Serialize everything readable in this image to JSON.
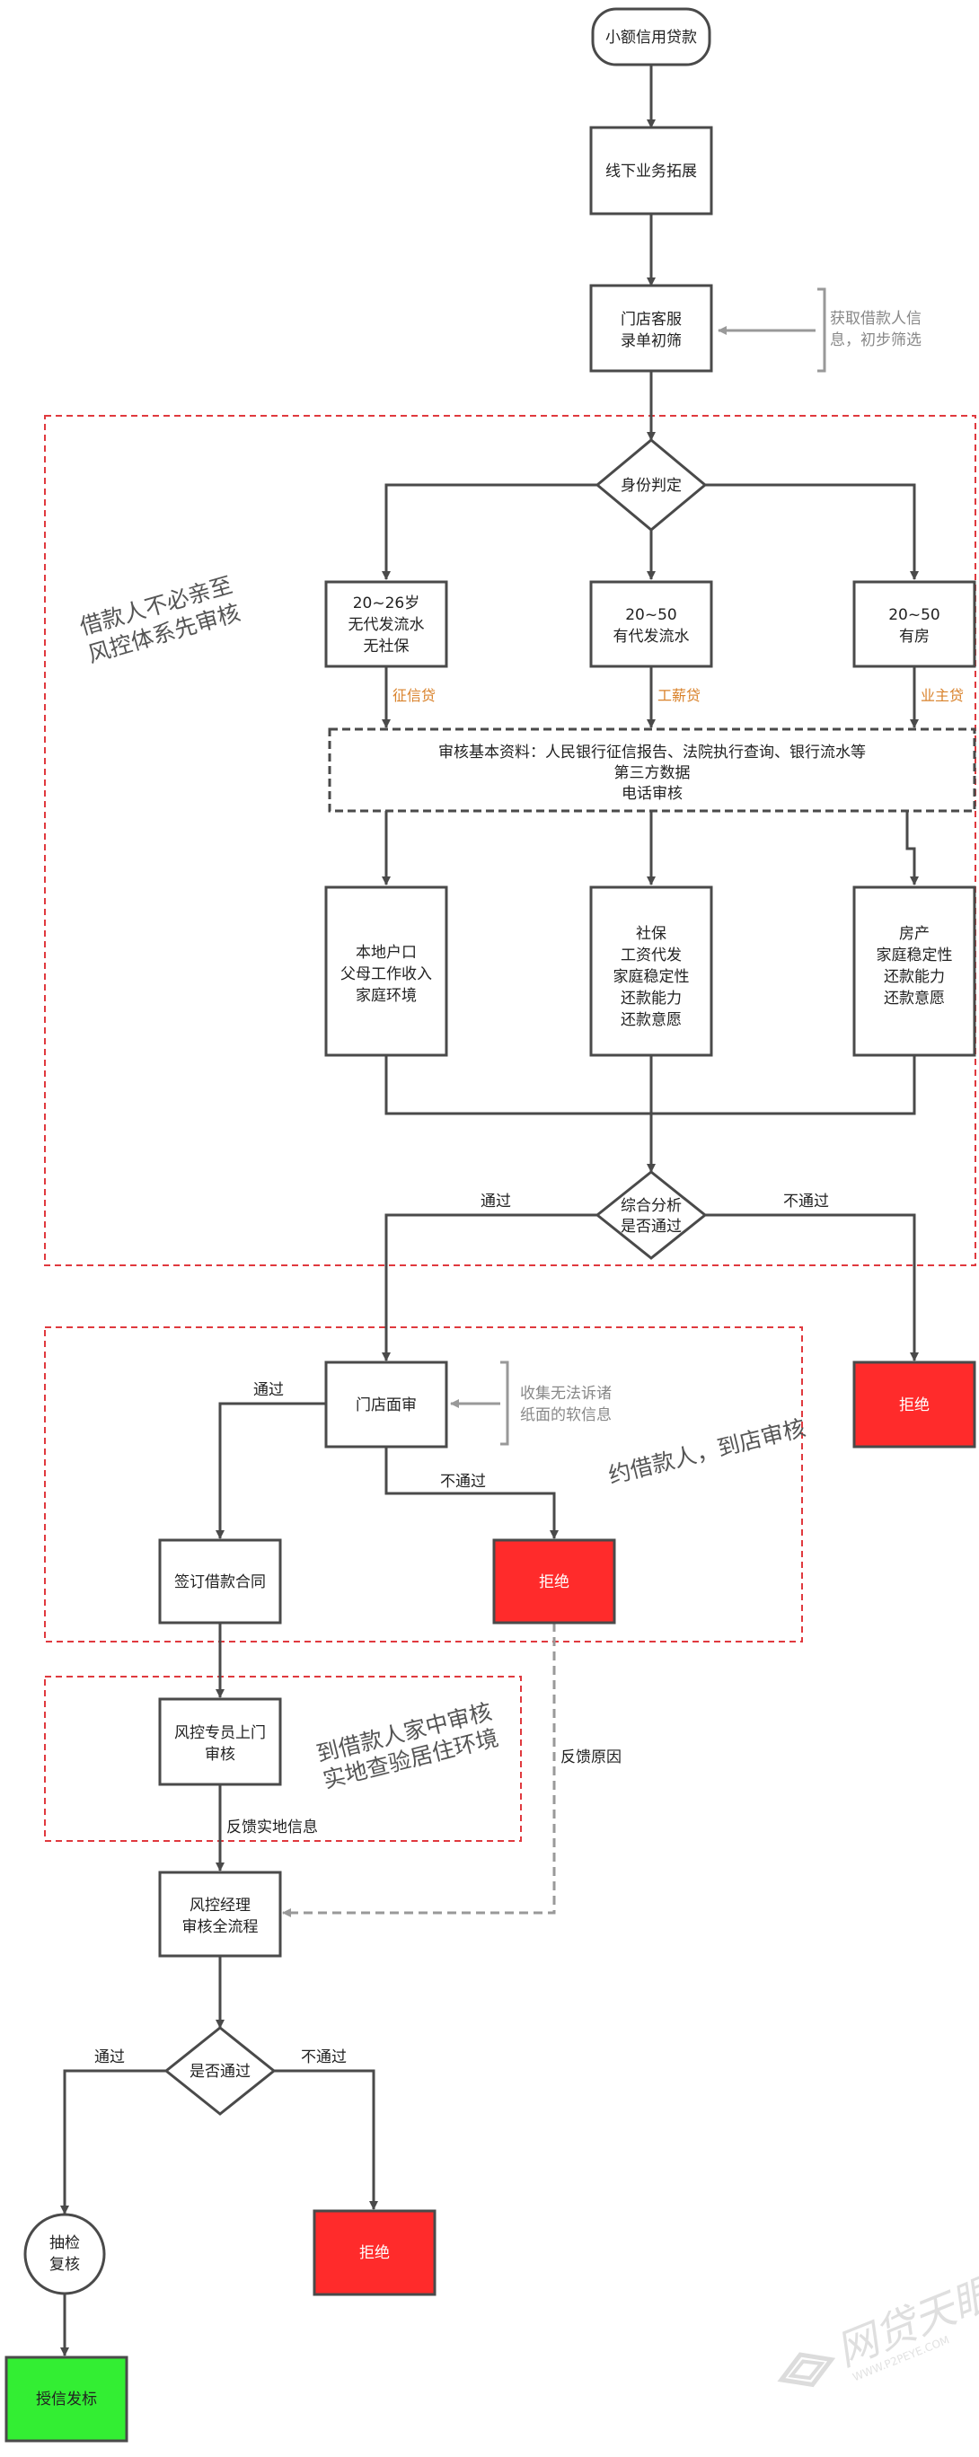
{
  "nodes": {
    "start": "小额信用贷款",
    "offline": "线下业务拓展",
    "store_cs": [
      "门店客服",
      "录单初筛"
    ],
    "identity": "身份判定",
    "cat1": [
      "20~26岁",
      "无代发流水",
      "无社保"
    ],
    "cat2": [
      "20~50",
      "有代发流水"
    ],
    "cat3": [
      "20~50",
      "有房"
    ],
    "review_basic": [
      "审核基本资料：人民银行征信报告、法院执行查询、银行流水等",
      "第三方数据",
      "电话审核"
    ],
    "detail1": [
      "本地户口",
      "父母工作收入",
      "家庭环境"
    ],
    "detail2": [
      "社保",
      "工资代发",
      "家庭稳定性",
      "还款能力",
      "还款意愿"
    ],
    "detail3": [
      "房产",
      "家庭稳定性",
      "还款能力",
      "还款意愿"
    ],
    "analysis": [
      "综合分析",
      "是否通过"
    ],
    "reject1": "拒绝",
    "store_interview": "门店面审",
    "sign_contract": "签订借款合同",
    "reject2": "拒绝",
    "home_visit": [
      "风控专员上门",
      "审核"
    ],
    "manager_review": [
      "风控经理",
      "审核全流程"
    ],
    "pass_decision": "是否通过",
    "spot_check": [
      "抽检",
      "复核"
    ],
    "reject3": "拒绝",
    "credit_grant": "授信发标"
  },
  "products": {
    "p1": "征信贷",
    "p2": "工薪贷",
    "p3": "业主贷"
  },
  "edge_labels": {
    "pass_1": "通过",
    "fail_1": "不通过",
    "pass_2": "通过",
    "fail_2": "不通过",
    "feedback_onsite": "反馈实地信息",
    "feedback_reason": "反馈原因",
    "pass_3": "通过",
    "fail_3": "不通过"
  },
  "notes": {
    "store_cs": [
      "获取借款人信",
      "息，初步筛选"
    ],
    "store_interview": [
      "收集无法诉诸",
      "纸面的软信息"
    ]
  },
  "zones": {
    "z1": [
      "借款人不必亲至",
      "风控体系先审核"
    ],
    "z2": "约借款人，到店审核",
    "z3": [
      "到借款人家中审核",
      "实地查验居住环境"
    ]
  },
  "watermark": {
    "text": "网贷天眼",
    "sub": "WWW.P2PEYE.COM"
  },
  "colors": {
    "reject": "#ff2b2b",
    "grant": "#33ee33",
    "zone_border": "#e0393e"
  }
}
